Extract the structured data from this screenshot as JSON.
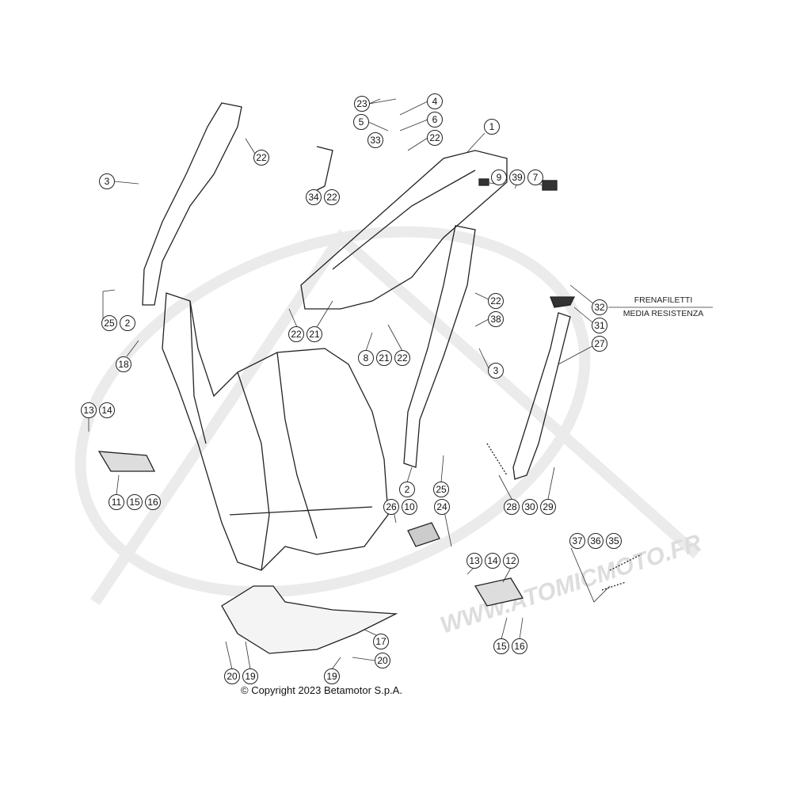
{
  "diagram": {
    "callouts": [
      "23",
      "4",
      "5",
      "6",
      "33",
      "22",
      "1",
      "22",
      "3",
      "9",
      "39",
      "7",
      "34",
      "22",
      "25",
      "2",
      "18",
      "22",
      "32",
      "31",
      "38",
      "27",
      "22",
      "21",
      "8",
      "21",
      "22",
      "3",
      "13",
      "14",
      "11",
      "15",
      "16",
      "2",
      "25",
      "28",
      "30",
      "29",
      "26",
      "10",
      "24",
      "37",
      "36",
      "35",
      "13",
      "14",
      "12",
      "15",
      "16",
      "17",
      "20",
      "20",
      "19",
      "19"
    ],
    "note_line1": "FRENAFILETTI",
    "note_line2": "MEDIA RESISTENZA",
    "copyright": "© Copyright 2023 Betamotor S.p.A.",
    "watermark": "WWW.ATOMICMOTO.FR"
  }
}
